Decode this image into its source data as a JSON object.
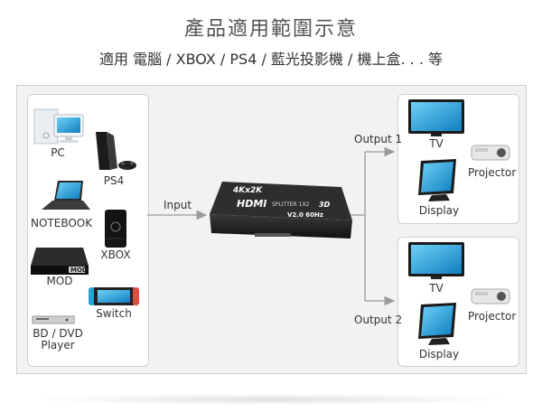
{
  "header": {
    "title": "產品適用範圍示意",
    "subtitle": "適用 電腦 / XBOX / PS4 / 藍光投影機 / 機上盒. . . 等"
  },
  "sources": {
    "pc": "PC",
    "ps4": "PS4",
    "notebook": "NOTEBOOK",
    "xbox": "XBOX",
    "mod": "MOD",
    "mod_logo": "MOD",
    "switch": "Switch",
    "bd_line1": "BD / DVD",
    "bd_line2": "Player"
  },
  "device": {
    "brand_top": "4Kx2K",
    "hdmi": "HDMI",
    "model": "SPLITTER 1X2",
    "spec": "V2.0 60Hz",
    "badge": "3D"
  },
  "connections": {
    "input": "Input",
    "output1": "Output 1",
    "output2": "Output 2"
  },
  "outputs": {
    "group1": {
      "tv": "TV",
      "projector": "Projector",
      "display": "Display"
    },
    "group2": {
      "tv": "TV",
      "projector": "Projector",
      "display": "Display"
    }
  },
  "colors": {
    "arrow": "#9a9a9a",
    "screen": "#1aa0dc"
  }
}
